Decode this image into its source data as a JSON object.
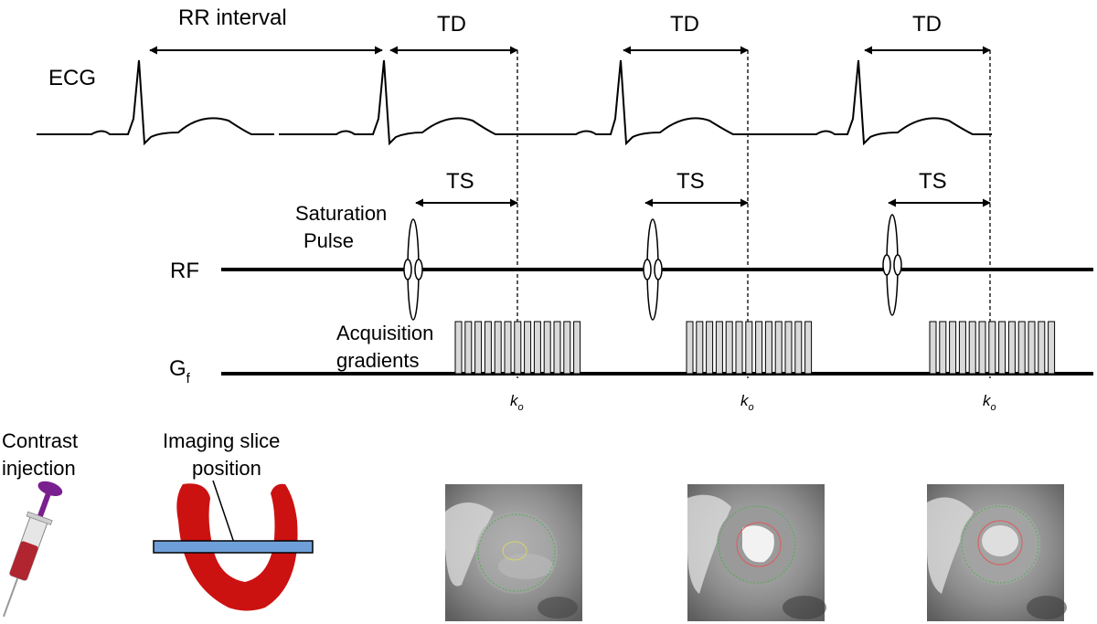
{
  "ecg": {
    "label": "ECG",
    "rr_label": "RR interval",
    "td_label": "TD"
  },
  "ts_label": "TS",
  "rf": {
    "label": "RF",
    "saturation_line1": "Saturation",
    "saturation_line2": "Pulse"
  },
  "gradient": {
    "label_main": "G",
    "label_sub": "f",
    "acq_line1": "Acquisition",
    "acq_line2": "gradients"
  },
  "readout": {
    "k_main": "k",
    "k_sub": "o"
  },
  "contrast": {
    "line1": "Contrast",
    "line2": "injection"
  },
  "slice": {
    "line1": "Imaging slice",
    "line2": "position"
  },
  "colors": {
    "heart": "#cc1111",
    "slice_bar": "#6f9fd8",
    "syringe_plunger": "#7a1f8f",
    "syringe_fluid": "#b0252f",
    "gradient_fill": "#d9d9d9",
    "mri_bg": "#8a8a8a",
    "contour_outer": "#4caf50",
    "contour_inner": "#e05a5a"
  }
}
